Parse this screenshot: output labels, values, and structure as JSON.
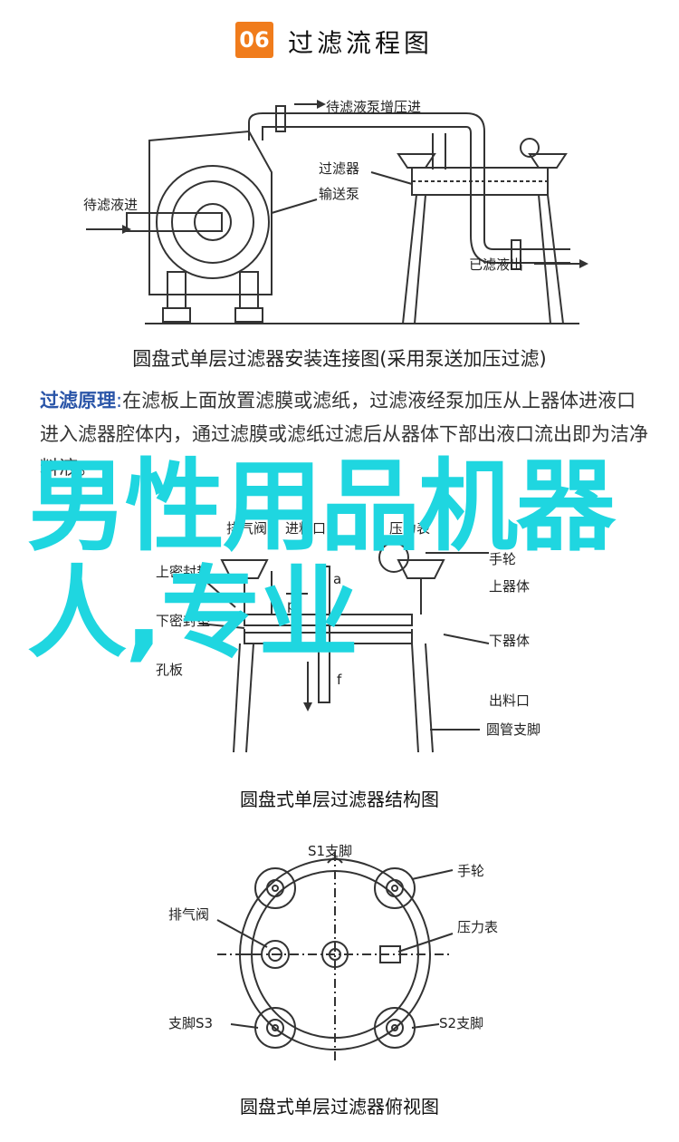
{
  "header": {
    "badge": "06",
    "title": "过滤流程图"
  },
  "diagram1": {
    "labels": {
      "pump_in": "待滤液泵增压进",
      "filter": "过滤器",
      "pump": "输送泵",
      "inlet": "待滤液进",
      "outlet": "已滤液出"
    },
    "caption": "圆盘式单层过滤器安装连接图(采用泵送加压过滤)"
  },
  "principle": {
    "lead": "过滤原理",
    "text": "在滤板上面放置滤膜或滤纸，过滤液经泵加压从上器体进液口进入滤器腔体内，通过滤膜或滤纸过滤后从器体下部出液口流出即为洁净料液。"
  },
  "overlay": {
    "text": "男性用品机器人,专业"
  },
  "diagram2": {
    "labels": {
      "vent": "排气阀",
      "inlet": "进料口",
      "gauge": "压力表",
      "handwheel": "手轮",
      "upper_gasket": "上密封垫",
      "upper_body": "上器体",
      "p": "p",
      "lower_gasket": "下密封垫",
      "lower_body": "下器体",
      "plate": "孔板",
      "outlet": "出料口",
      "pipe_leg": "圆管支脚",
      "f": "f",
      "a": "a"
    },
    "caption": "圆盘式单层过滤器结构图"
  },
  "diagram3": {
    "labels": {
      "s1": "S1支脚",
      "handwheel": "手轮",
      "vent": "排气阀",
      "gauge": "压力表",
      "s3": "支脚S3",
      "s2": "S2支脚"
    },
    "caption": "圆盘式单层过滤器俯视图"
  }
}
